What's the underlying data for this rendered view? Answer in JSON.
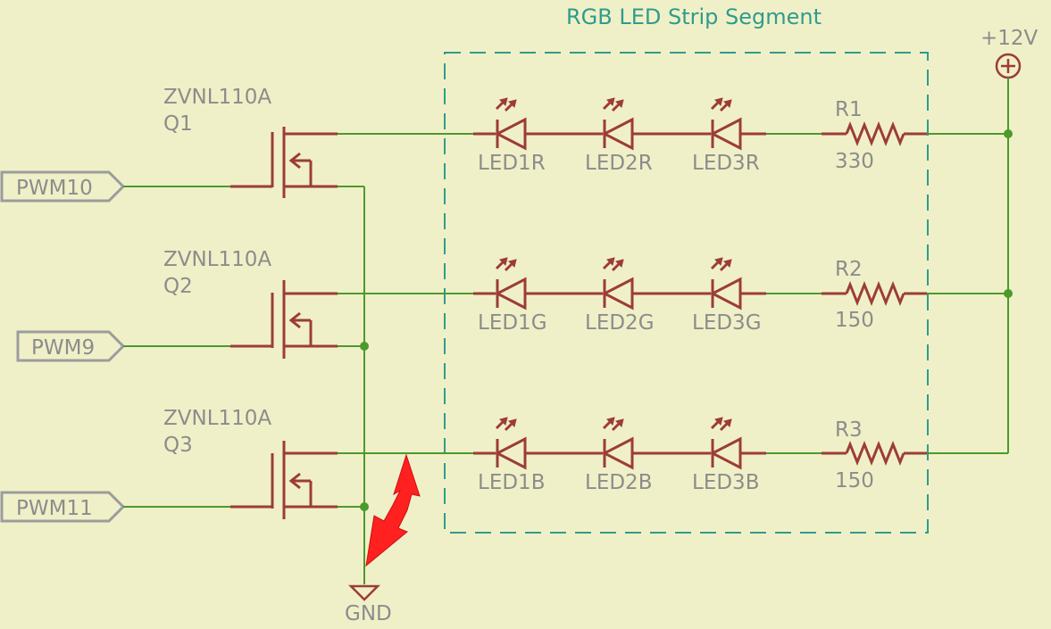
{
  "title": "RGB LED Strip Segment",
  "supply": {
    "label": "+12V"
  },
  "ground": {
    "label": "GND"
  },
  "transistors": [
    {
      "part": "ZVNL110A",
      "ref": "Q1",
      "port": "PWM10"
    },
    {
      "part": "ZVNL110A",
      "ref": "Q2",
      "port": "PWM9"
    },
    {
      "part": "ZVNL110A",
      "ref": "Q3",
      "port": "PWM11"
    }
  ],
  "led_rows": [
    [
      "LED1R",
      "LED2R",
      "LED3R"
    ],
    [
      "LED1G",
      "LED2G",
      "LED3G"
    ],
    [
      "LED1B",
      "LED2B",
      "LED3B"
    ]
  ],
  "resistors": [
    {
      "ref": "R1",
      "value": "330"
    },
    {
      "ref": "R2",
      "value": "150"
    },
    {
      "ref": "R3",
      "value": "150"
    }
  ],
  "colors": {
    "background": "#f0f0c8",
    "wire": "#4b9a2c",
    "component": "#9c3c38",
    "frame": "#2f9c8c",
    "label": "#8c8c8c",
    "highlight_arrow": "#ff2020"
  }
}
